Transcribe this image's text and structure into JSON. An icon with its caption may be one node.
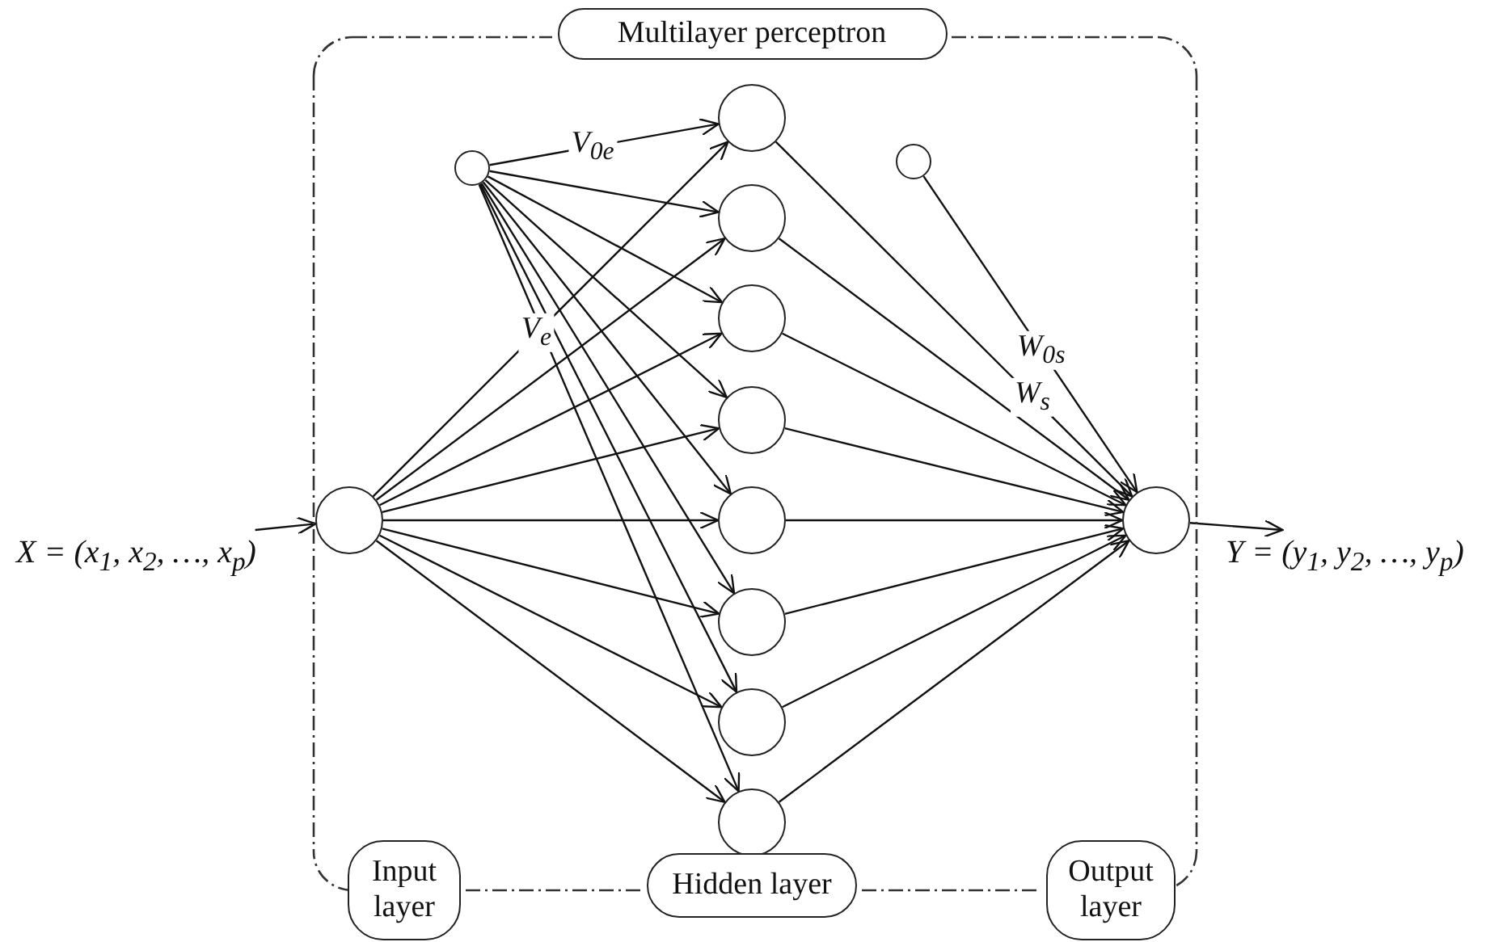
{
  "diagram": {
    "nodes": [
      {
        "text": [
          "Multilayer perceptron"
        ]
      },
      {
        "text": [],
        "shape": "circle",
        "in": 0
      },
      {
        "text": [],
        "shape": "circle",
        "in": 0
      },
      {
        "text": [],
        "shape": "circle",
        "in": 0
      },
      {
        "text": [],
        "shape": "circle",
        "in": 0
      },
      {
        "text": [],
        "shape": "circle",
        "in": 0
      },
      {
        "text": [],
        "shape": "circle",
        "in": 0
      },
      {
        "text": [],
        "shape": "circle",
        "in": 0
      },
      {
        "text": [],
        "shape": "circle",
        "in": 0
      },
      {
        "text": [],
        "shape": "circle",
        "in": 0
      },
      {
        "text": [],
        "shape": "circle",
        "in": 0
      },
      {
        "text": [],
        "shape": "circle",
        "in": 0
      },
      {
        "text": [],
        "shape": "circle",
        "in": 0
      },
      {
        "text": [
          "X = (x$_{1}$, x$_{2}$, …, x$_{p}$)"
        ]
      },
      {
        "text": [
          "Y = (y$_{1}$, y$_{2}$, …, y$_{p}$)"
        ]
      },
      {
        "text": [
          "Input layer"
        ]
      },
      {
        "text": [
          "Hidden layer"
        ]
      },
      {
        "text": [
          "Output layer"
        ]
      }
    ],
    "edges": [
      {
        "from": 13,
        "to": 1,
        "arrow": "to"
      },
      {
        "from": 1,
        "to": 3,
        "arrow": "to",
        "label": "V$_{e}$"
      },
      {
        "from": 1,
        "to": 4,
        "arrow": "to"
      },
      {
        "from": 1,
        "to": 5,
        "arrow": "to"
      },
      {
        "from": 1,
        "to": 6,
        "arrow": "to"
      },
      {
        "from": 1,
        "to": 7,
        "arrow": "to"
      },
      {
        "from": 1,
        "to": 8,
        "arrow": "to"
      },
      {
        "from": 1,
        "to": 9,
        "arrow": "to"
      },
      {
        "from": 1,
        "to": 10,
        "arrow": "to"
      },
      {
        "from": 2,
        "to": 3,
        "arrow": "to",
        "label": "V$_{0e}$"
      },
      {
        "from": 2,
        "to": 4,
        "arrow": "to"
      },
      {
        "from": 2,
        "to": 5,
        "arrow": "to"
      },
      {
        "from": 2,
        "to": 6,
        "arrow": "to"
      },
      {
        "from": 2,
        "to": 7,
        "arrow": "to"
      },
      {
        "from": 2,
        "to": 8,
        "arrow": "to"
      },
      {
        "from": 2,
        "to": 9,
        "arrow": "to"
      },
      {
        "from": 2,
        "to": 10,
        "arrow": "to"
      },
      {
        "from": 3,
        "to": 12,
        "arrow": "to",
        "label": "W$_{s}$"
      },
      {
        "from": 4,
        "to": 12,
        "arrow": "to"
      },
      {
        "from": 5,
        "to": 12,
        "arrow": "to"
      },
      {
        "from": 6,
        "to": 12,
        "arrow": "to"
      },
      {
        "from": 7,
        "to": 12,
        "arrow": "to"
      },
      {
        "from": 8,
        "to": 12,
        "arrow": "to"
      },
      {
        "from": 9,
        "to": 12,
        "arrow": "to"
      },
      {
        "from": 10,
        "to": 12,
        "arrow": "to"
      },
      {
        "from": 11,
        "to": 12,
        "arrow": "to",
        "label": "W$_{0s}$"
      },
      {
        "from": 12,
        "to": 14,
        "arrow": "to"
      }
    ]
  }
}
